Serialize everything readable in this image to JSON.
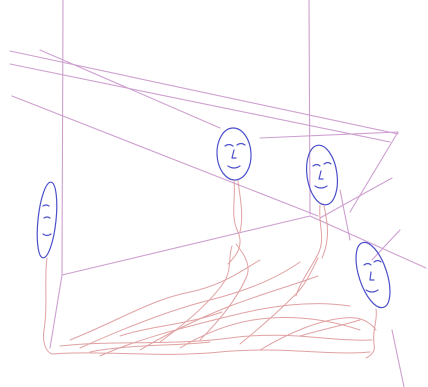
{
  "drawing": {
    "kind": "hand-drawn line sketch",
    "background": "#ffffff",
    "colors": {
      "frame_lines": "#c58fc8",
      "face_outline": "#4b4fc9",
      "vine_strokes": "#d98a8c"
    },
    "faces": [
      {
        "id": "left-wall-face"
      },
      {
        "id": "upper-center-face"
      },
      {
        "id": "center-right-face"
      },
      {
        "id": "right-face"
      }
    ]
  }
}
